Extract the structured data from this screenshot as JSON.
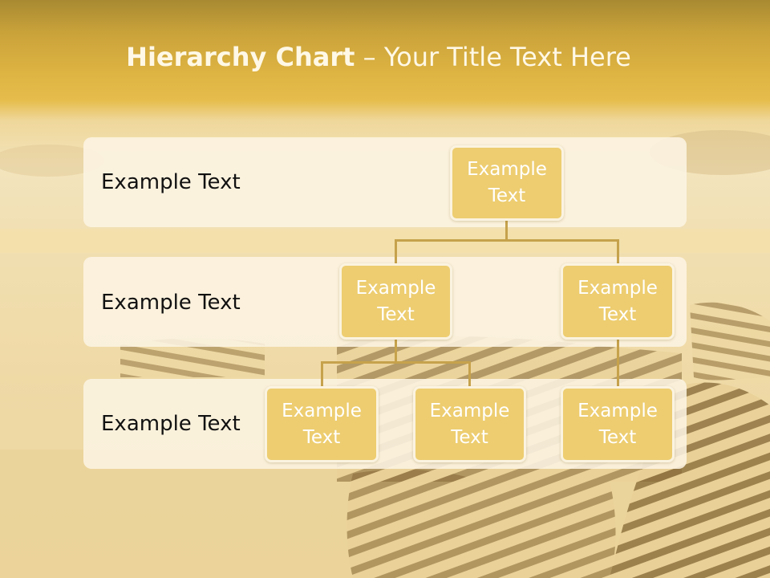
{
  "slide": {
    "title_bold": "Hierarchy Chart",
    "title_rest": " – Your Title Text Here"
  },
  "levels": [
    {
      "label": "Example Text"
    },
    {
      "label": "Example Text"
    },
    {
      "label": "Example Text"
    }
  ],
  "nodes": {
    "root": {
      "line1": "Example",
      "line2": "Text"
    },
    "mid_left": {
      "line1": "Example",
      "line2": "Text"
    },
    "mid_right": {
      "line1": "Example",
      "line2": "Text"
    },
    "leaf_1": {
      "line1": "Example",
      "line2": "Text"
    },
    "leaf_2": {
      "line1": "Example",
      "line2": "Text"
    },
    "leaf_3": {
      "line1": "Example",
      "line2": "Text"
    }
  },
  "colors": {
    "node_fill": "#edcd70",
    "node_border": "#fbf3e0",
    "connector": "#c6a24c",
    "title_text": "#fff8e6",
    "band_fill": "#fcf4e2"
  }
}
